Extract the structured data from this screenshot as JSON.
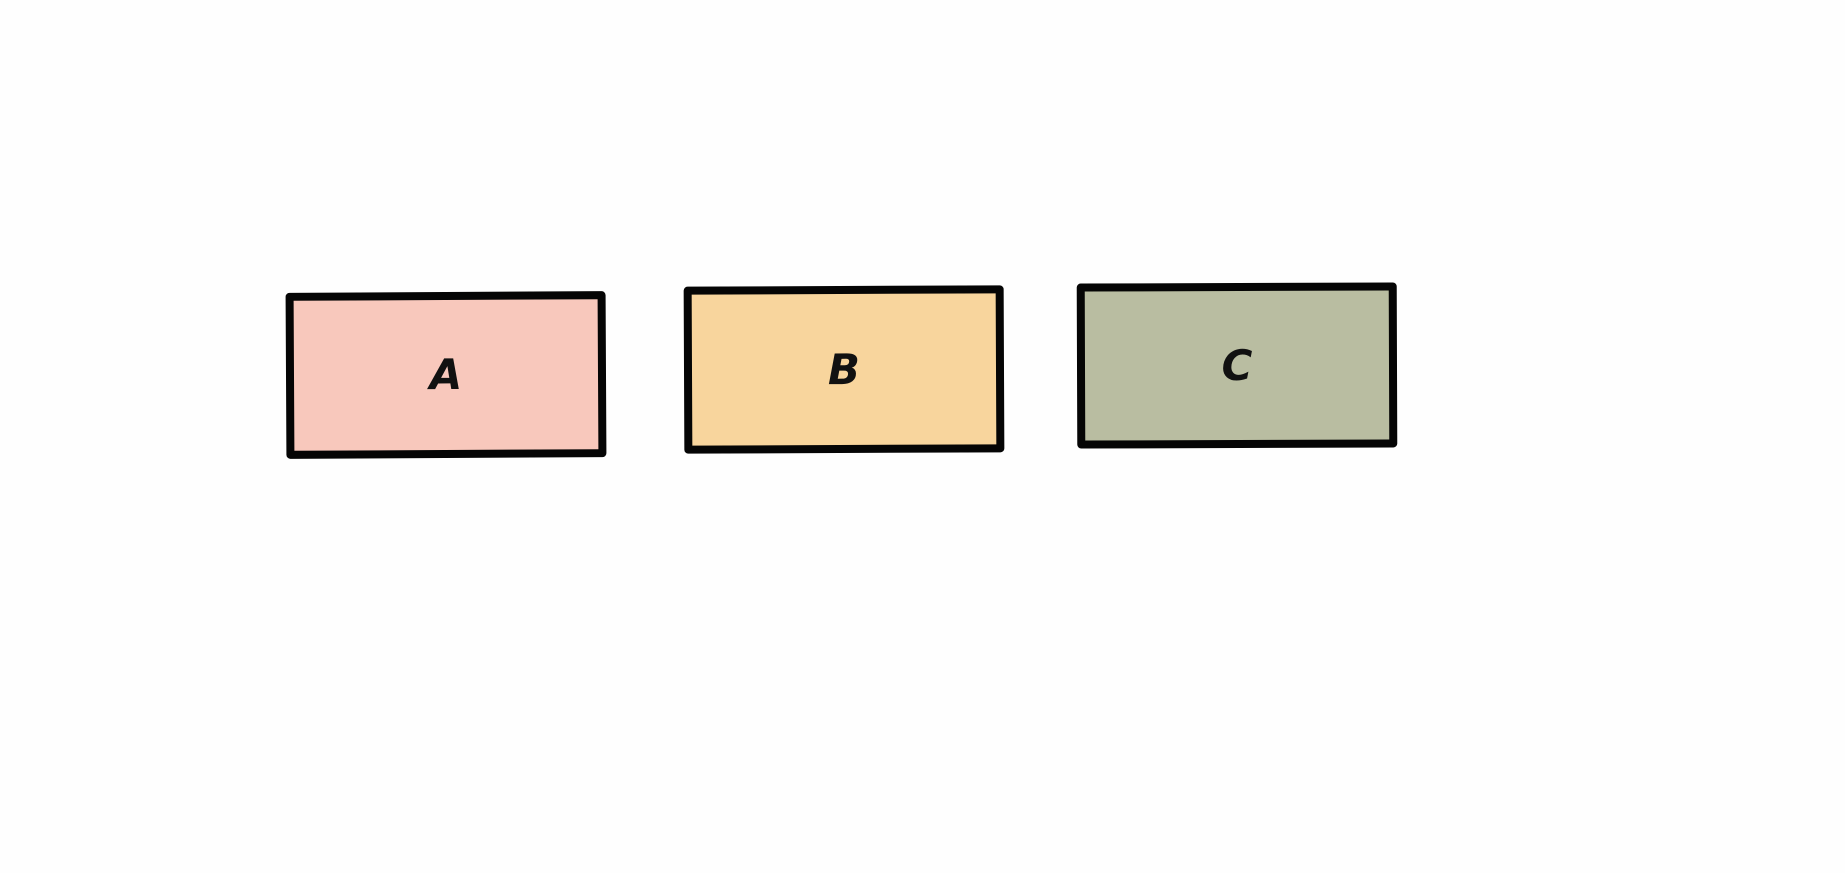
{
  "diagram": {
    "boxes": [
      {
        "id": "a",
        "label": "A",
        "fill": "#f8c8bc"
      },
      {
        "id": "b",
        "label": "B",
        "fill": "#f8d59d"
      },
      {
        "id": "c",
        "label": "C",
        "fill": "#b9bda1"
      }
    ],
    "border_color": "#050505",
    "background": "#fefefe"
  }
}
